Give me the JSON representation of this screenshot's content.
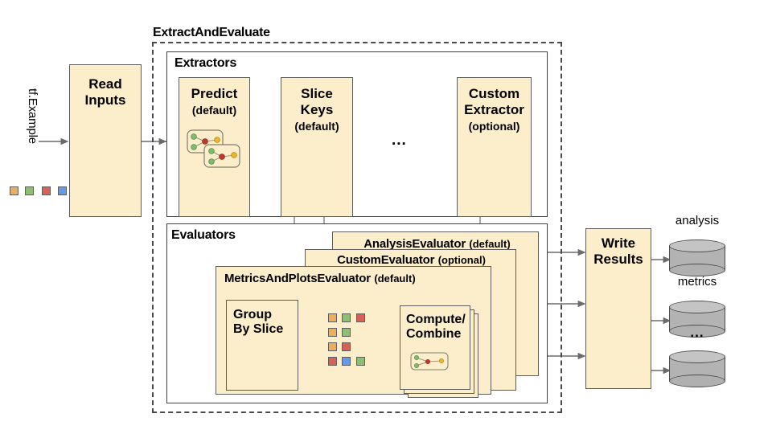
{
  "diagram": {
    "title_outer": "ExtractAndEvaluate",
    "input_label": "tf.Example",
    "input_chips": [
      "#eeac5e",
      "#8dbf72",
      "#d96058",
      "#6699e8"
    ],
    "read_inputs": "Read\nInputs",
    "sections": {
      "extractors": "Extractors",
      "evaluators": "Evaluators"
    },
    "extractors": [
      {
        "name": "Predict",
        "qualifier": "(default)",
        "has_icon": true
      },
      {
        "name": "Slice\nKeys",
        "qualifier": "(default)",
        "has_icon": false
      },
      {
        "name": "Custom\nExtractor",
        "qualifier": "(optional)",
        "has_icon": false
      }
    ],
    "extractor_ellipsis": "...",
    "evaluators": [
      {
        "name": "AnalysisEvaluator",
        "qualifier": "(default)"
      },
      {
        "name": "CustomEvaluator",
        "qualifier": "(optional)"
      },
      {
        "name": "MetricsAndPlotsEvaluator",
        "qualifier": "(default)"
      }
    ],
    "group_by_slice": "Group\nBy Slice",
    "compute_combine": "Compute/\nCombine",
    "slice_rows": [
      [
        "#eeac5e",
        "#8dbf72",
        "#d96058"
      ],
      [
        "#eeac5e",
        "#8dbf72"
      ],
      [
        "#eeac5e",
        "#d96058"
      ],
      [
        "#d96058",
        "#6699e8",
        "#8dbf72"
      ]
    ],
    "write_results": "Write\nResults",
    "outputs": [
      {
        "label": "analysis"
      },
      {
        "label": "metrics"
      },
      {
        "label": "..."
      }
    ],
    "colors": {
      "box_fill": "#fdeecb",
      "box_stroke": "#5b5b5b",
      "cylinder_fill": "#b3b3b3",
      "arrow": "#6b6b6b",
      "text": "#000000"
    }
  }
}
